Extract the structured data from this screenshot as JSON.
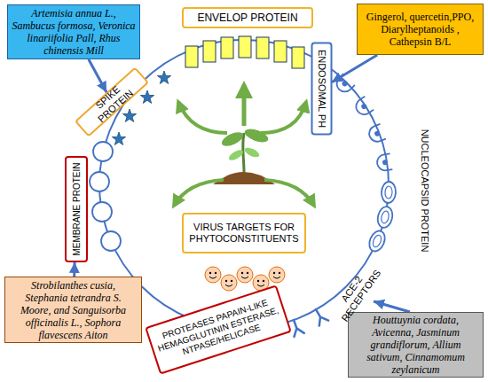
{
  "diagram": {
    "nodes": [
      {
        "text": [
          "Artemisia annua L., Sambucus formosa, Veronica linariifolia Pall, Rhus chinensis Mill"
        ]
      },
      {
        "text": [
          "ENVELOP PROTEIN"
        ]
      },
      {
        "text": [
          "Gingerol, quercetin,PPO, Diarylheptanoids , Cathepsin B/L"
        ]
      },
      {
        "text": [
          "SPIKE PROTEIN"
        ]
      },
      {
        "text": [
          "ENDOSOMAL PH"
        ]
      },
      {
        "text": [
          "VIRUS TARGETS FOR PHYTOCONSTITUENTS"
        ]
      },
      {
        "text": [
          "MEMBRANE PROTEIN"
        ]
      },
      {
        "text": [
          "Strobilanthes cusia, Stephania tetrandra S. Moore, and Sanguisorba officinalis L., Sophora flavescens Aiton"
        ]
      },
      {
        "text": [
          "PROTEASES PAPAIN-LIKE HEMAGGLUTININ ESTERASE, NTPASE/HELICASE"
        ]
      },
      {
        "text": [
          "Houttuynia cordata, Avicenna, Jasminum grandiflorum, Allium sativum, Cinnamomum zeylanicum"
        ]
      }
    ],
    "edges": [
      {
        "from": 0,
        "to": 3,
        "arrow": "to"
      },
      {
        "from": 2,
        "to": 4,
        "arrow": "to"
      },
      {
        "from": 7,
        "to": 6,
        "arrow": "to"
      }
    ],
    "labels": [
      "NUCLEOCAPSID PROTEIN",
      "ACE-2 RECEPTORS"
    ]
  }
}
